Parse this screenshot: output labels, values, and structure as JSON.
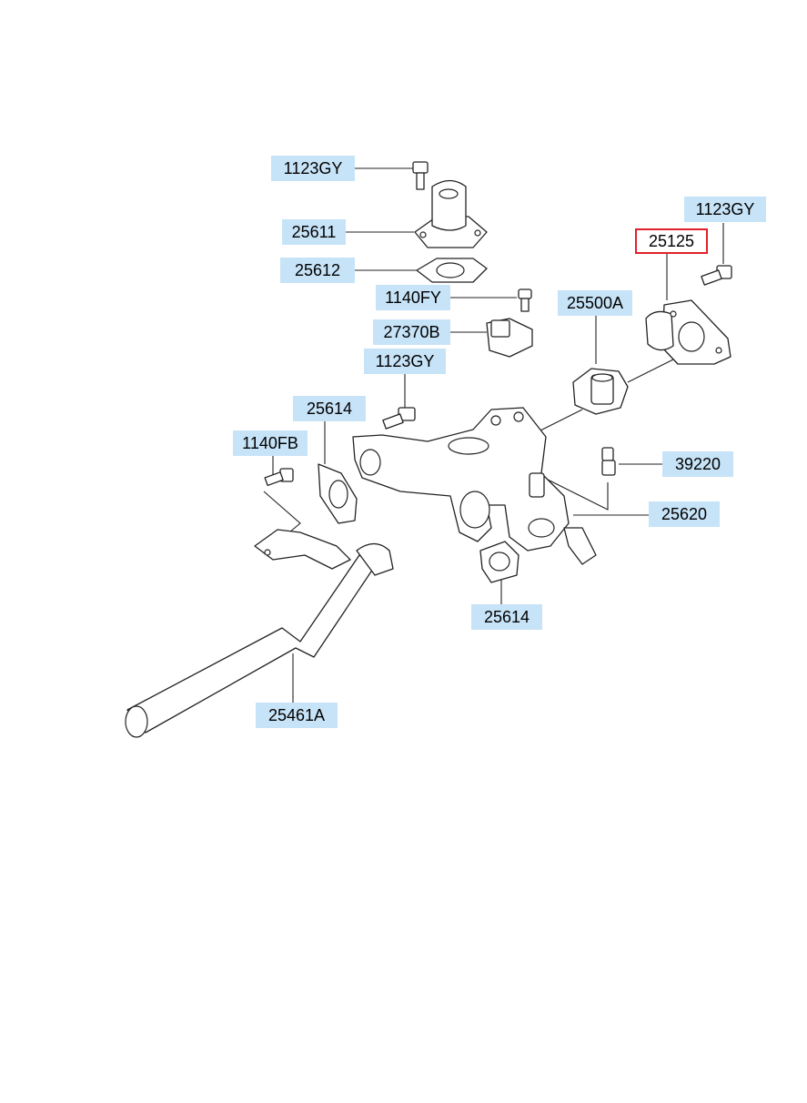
{
  "parts": [
    {
      "id": "p1",
      "part_no": "1123GY"
    },
    {
      "id": "p2",
      "part_no": "25611"
    },
    {
      "id": "p3",
      "part_no": "25612"
    },
    {
      "id": "p4",
      "part_no": "1140FY"
    },
    {
      "id": "p5",
      "part_no": "27370B"
    },
    {
      "id": "p6",
      "part_no": "1123GY"
    },
    {
      "id": "p7",
      "part_no": "25614"
    },
    {
      "id": "p8",
      "part_no": "1140FB"
    },
    {
      "id": "p9",
      "part_no": "25500A"
    },
    {
      "id": "p10",
      "part_no": "25125",
      "selected": true
    },
    {
      "id": "p11",
      "part_no": "1123GY"
    },
    {
      "id": "p12",
      "part_no": "39220"
    },
    {
      "id": "p13",
      "part_no": "25620"
    },
    {
      "id": "p14",
      "part_no": "25614"
    },
    {
      "id": "p15",
      "part_no": "25461A"
    }
  ],
  "colors": {
    "label_bg": "#c7e3f7",
    "selected_border": "#e0212a",
    "line": "#222222"
  }
}
